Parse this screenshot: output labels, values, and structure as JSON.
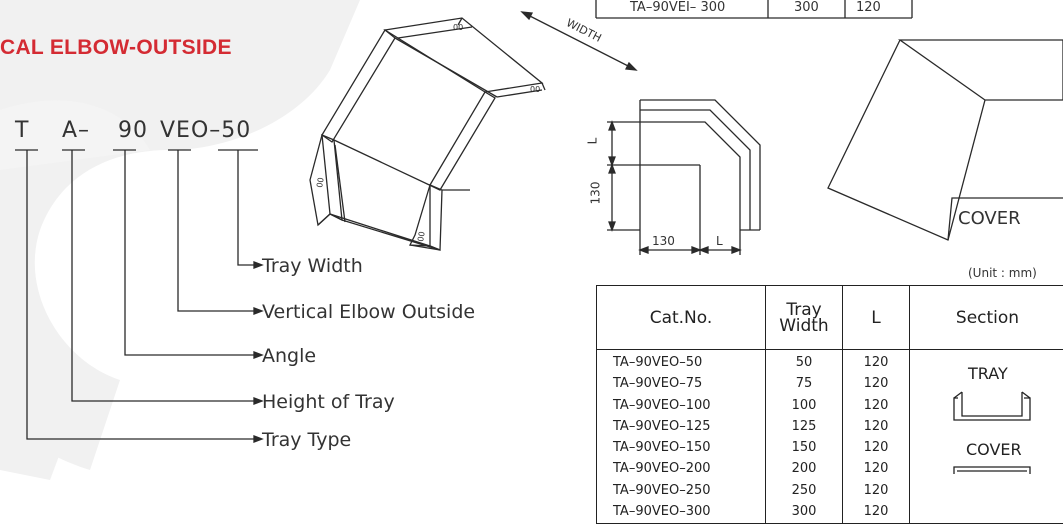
{
  "title": "CAL ELBOW-OUTSIDE",
  "code": {
    "parts": [
      "T",
      "A–",
      "90",
      "VEO–50"
    ]
  },
  "legend": [
    "Tray Width",
    "Vertical Elbow Outside",
    "Angle",
    "Height of Tray",
    "Tray Type"
  ],
  "drawing": {
    "width_label": "WIDTH",
    "dim_l_vertical": "L",
    "dim_130_vertical": "130",
    "dim_130_horizontal": "130",
    "dim_l_horizontal": "L",
    "cover_label": "COVER"
  },
  "top_table_row": {
    "cat_no": "TA–90VEI– 300",
    "width": "300",
    "l": "120"
  },
  "unit_note": "(Unit : mm)",
  "table": {
    "headers": {
      "cat_no": "Cat.No.",
      "width_line1": "Tray",
      "width_line2": "Width",
      "l": "L",
      "section": "Section"
    },
    "rows": [
      {
        "cat_no": "TA–90VEO–50",
        "width": "50",
        "l": "120"
      },
      {
        "cat_no": "TA–90VEO–75",
        "width": "75",
        "l": "120"
      },
      {
        "cat_no": "TA–90VEO–100",
        "width": "100",
        "l": "120"
      },
      {
        "cat_no": "TA–90VEO–125",
        "width": "125",
        "l": "120"
      },
      {
        "cat_no": "TA–90VEO–150",
        "width": "150",
        "l": "120"
      },
      {
        "cat_no": "TA–90VEO–200",
        "width": "200",
        "l": "120"
      },
      {
        "cat_no": "TA–90VEO–250",
        "width": "250",
        "l": "120"
      },
      {
        "cat_no": "TA–90VEO–300",
        "width": "300",
        "l": "120"
      }
    ],
    "section_tray": "TRAY",
    "section_cover": "COVER"
  },
  "colors": {
    "title": "#d42b33",
    "line": "#2a2a2a",
    "watermark": "#f1f1f1"
  }
}
